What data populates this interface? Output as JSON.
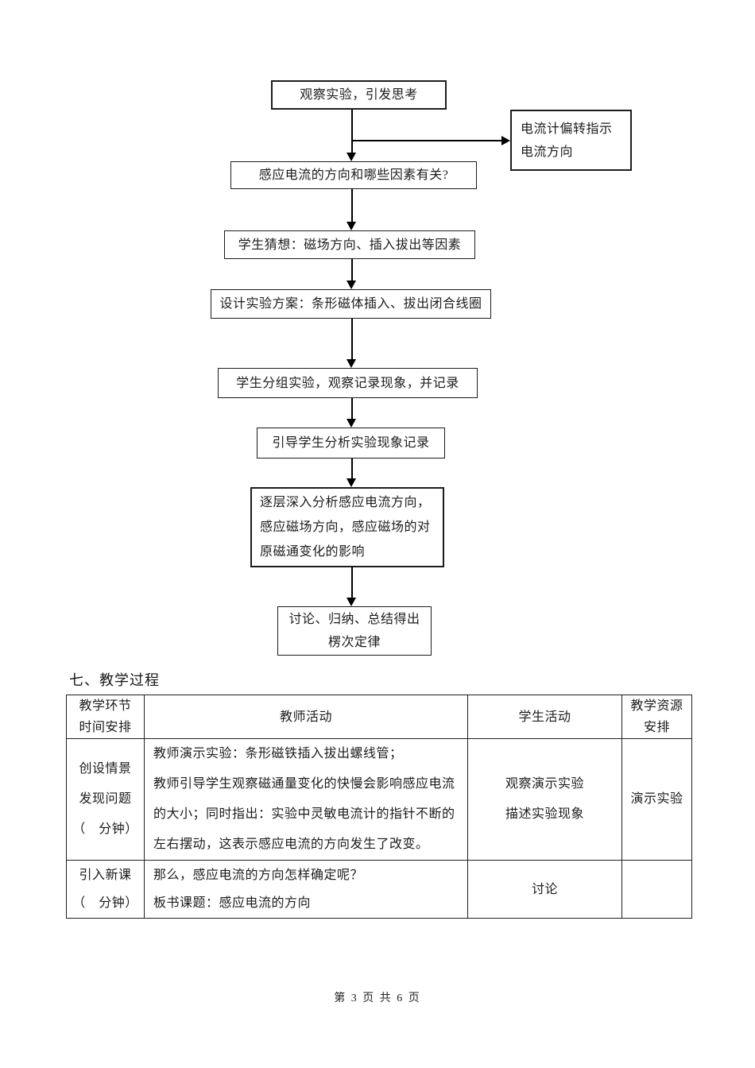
{
  "page": {
    "heading": "七、教学过程",
    "footer": "第 3 页 共 6 页"
  },
  "flowchart": {
    "nodes": {
      "observe": "观察实验，引发思考",
      "galvanometer": "电流计偏转指示\n电流方向",
      "question": "感应电流的方向和哪些因素有关?",
      "guess": "学生猜想：磁场方向、插入拔出等因素",
      "design": "设计实验方案：条形磁体插入、拔出闭合线圈",
      "experiment": "学生分组实验，观察记录现象，并记录",
      "guide": "引导学生分析实验现象记录",
      "analyze": "逐层深入分析感应电流方向，\n感应磁场方向，感应磁场的对\n原磁通变化的影响",
      "conclude": "讨论、归纳、总结得出\n楞次定律"
    }
  },
  "table": {
    "headers": [
      "教学环节\n时间安排",
      "教师活动",
      "学生活动",
      "教学资源\n安排"
    ],
    "rows": [
      {
        "stage": "创设情景\n发现问题\n（　分钟）",
        "teacher": "教师演示实验：条形磁铁插入拔出螺线管；\n教师引导学生观察磁通量变化的快慢会影响感应电流\n的大小；同时指出：实验中灵敏电流计的指针不断的\n左右摆动，这表示感应电流的方向发生了改变。",
        "student": "观察演示实验\n描述实验现象",
        "resource": "演示实验"
      },
      {
        "stage": "引入新课\n（　分钟）",
        "teacher": "那么，感应电流的方向怎样确定呢？\n板书课题：感应电流的方向",
        "student": "讨论",
        "resource": ""
      }
    ]
  }
}
